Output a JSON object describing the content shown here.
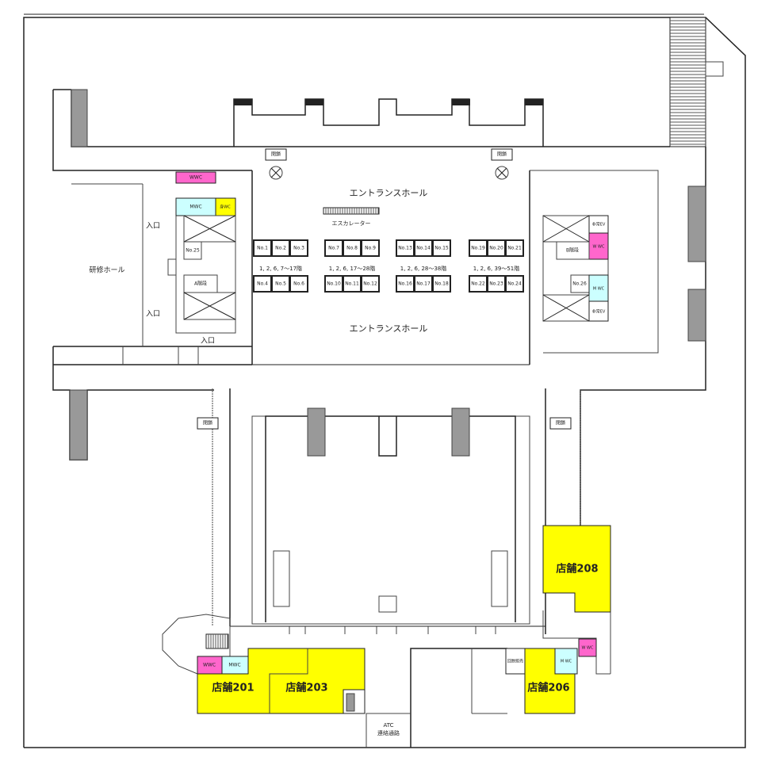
{
  "colors": {
    "shop": "#ffff00",
    "mens_wc": "#ccffff",
    "womens_wc": "#ff66cc",
    "wall": "#222222",
    "stair": "#999999"
  },
  "halls": {
    "entrance_top": "エントランスホール",
    "entrance_bottom": "エントランスホール",
    "training": "研修ホール",
    "escalator": "エスカレーター"
  },
  "closed": [
    "閉鎖",
    "閉鎖",
    "閉鎖",
    "閉鎖"
  ],
  "entrances": [
    "入口",
    "入口",
    "入口"
  ],
  "elevator_groups": [
    {
      "floors": "1, 2, 6, 7～17階",
      "top": [
        "No.1",
        "No.2",
        "No.3"
      ],
      "bottom": [
        "No.4",
        "No.5",
        "No.6"
      ]
    },
    {
      "floors": "1, 2, 6, 17～28階",
      "top": [
        "No.7",
        "No.8",
        "No.9"
      ],
      "bottom": [
        "No.10",
        "No.11",
        "No.12"
      ]
    },
    {
      "floors": "1, 2, 6, 28～38階",
      "top": [
        "No.13",
        "No.14",
        "No.15"
      ],
      "bottom": [
        "No.16",
        "No.17",
        "No.18"
      ]
    },
    {
      "floors": "1, 2, 6, 39～51階",
      "top": [
        "No.19",
        "No.20",
        "No.21"
      ],
      "bottom": [
        "No.22",
        "No.23",
        "No.24"
      ]
    }
  ],
  "left_core": {
    "mwc": "MWC",
    "accessible_wc": "身WC",
    "elevator": "No.25",
    "stair": "A階段"
  },
  "right_core": {
    "emergency_ev_top": "非常EV",
    "wwc": "W WC",
    "stair": "B階段",
    "elevator": "No.26",
    "mwc": "M WC",
    "emergency_ev_bottom": "非常EV"
  },
  "top_wwc": "WWC",
  "shops": {
    "s201": "店舗201",
    "s203": "店舗203",
    "s206": "店舗206",
    "s208": "店舗208"
  },
  "bottom_wc": {
    "wwc": "WWC",
    "mwc": "MWC",
    "m_wc_206": "M WC",
    "w_wc_206": "W WC",
    "ticket": "回数販売"
  },
  "atc": {
    "line1": "ATC",
    "line2": "連絡通路"
  }
}
